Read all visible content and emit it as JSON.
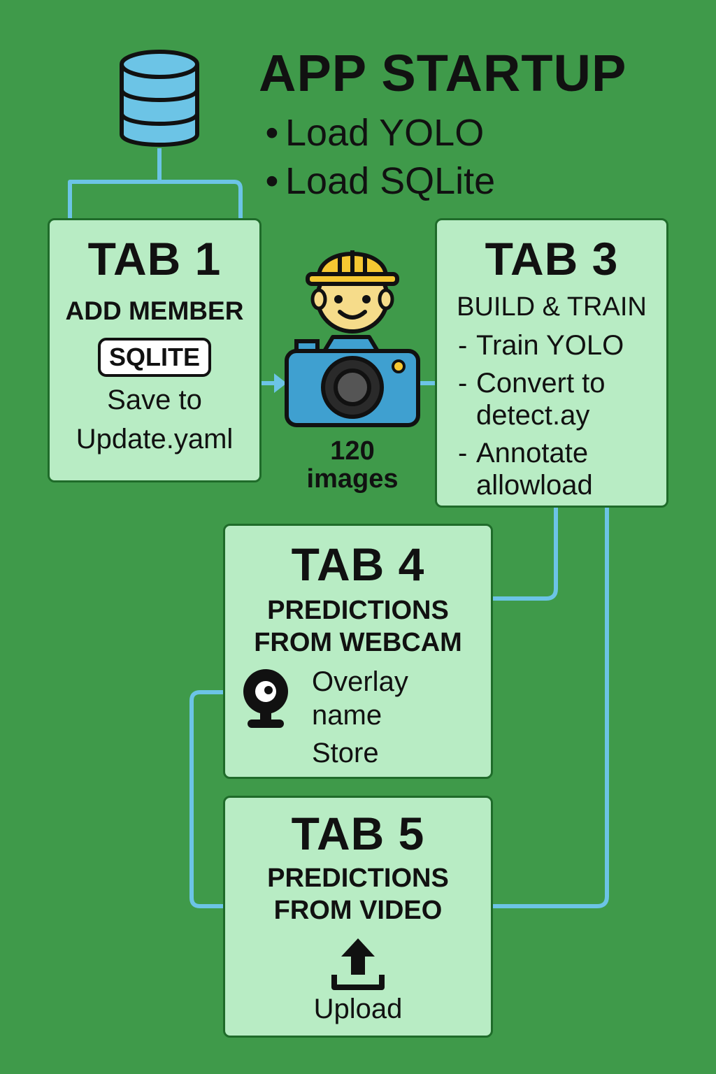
{
  "startup": {
    "title": "APP STARTUP",
    "items": [
      "Load YOLO",
      "Load SQLite"
    ],
    "bullet": "•"
  },
  "tab1": {
    "title": "TAB 1",
    "subtitle": "ADD MEMBER",
    "badge": "SQLITE",
    "lines": [
      "Save to",
      "Update.yaml"
    ]
  },
  "camera": {
    "caption_count": "120",
    "caption_unit": "images"
  },
  "tab3": {
    "title": "TAB 3",
    "subtitle": "BUILD & TRAIN",
    "steps": [
      {
        "dash": "-",
        "line1": "Train YOLO",
        "line2": ""
      },
      {
        "dash": "-",
        "line1": "Convert to",
        "line2": "detect.ay"
      },
      {
        "dash": "-",
        "line1": "Annotate",
        "line2": "allowload"
      }
    ]
  },
  "tab4": {
    "title": "TAB 4",
    "subtitle_lines": [
      "PREDICTIONS",
      "FROM WEBCAM"
    ],
    "features": [
      "Overlay",
      "name",
      "Store"
    ]
  },
  "tab5": {
    "title": "TAB 5",
    "subtitle_lines": [
      "PREDICTIONS",
      "FROM VIDEO"
    ],
    "action": "Upload"
  },
  "colors": {
    "background": "#3f9a4a",
    "box_fill": "#b8ecc4",
    "box_border": "#1f6b2a",
    "connector": "#6cc4e6",
    "database": "#6cc4e6",
    "camera": "#3fa0d0",
    "helmet": "#f6c832",
    "face": "#f6dc8a"
  },
  "icons": [
    "database-icon",
    "worker-icon",
    "camera-icon",
    "webcam-icon",
    "upload-icon"
  ]
}
